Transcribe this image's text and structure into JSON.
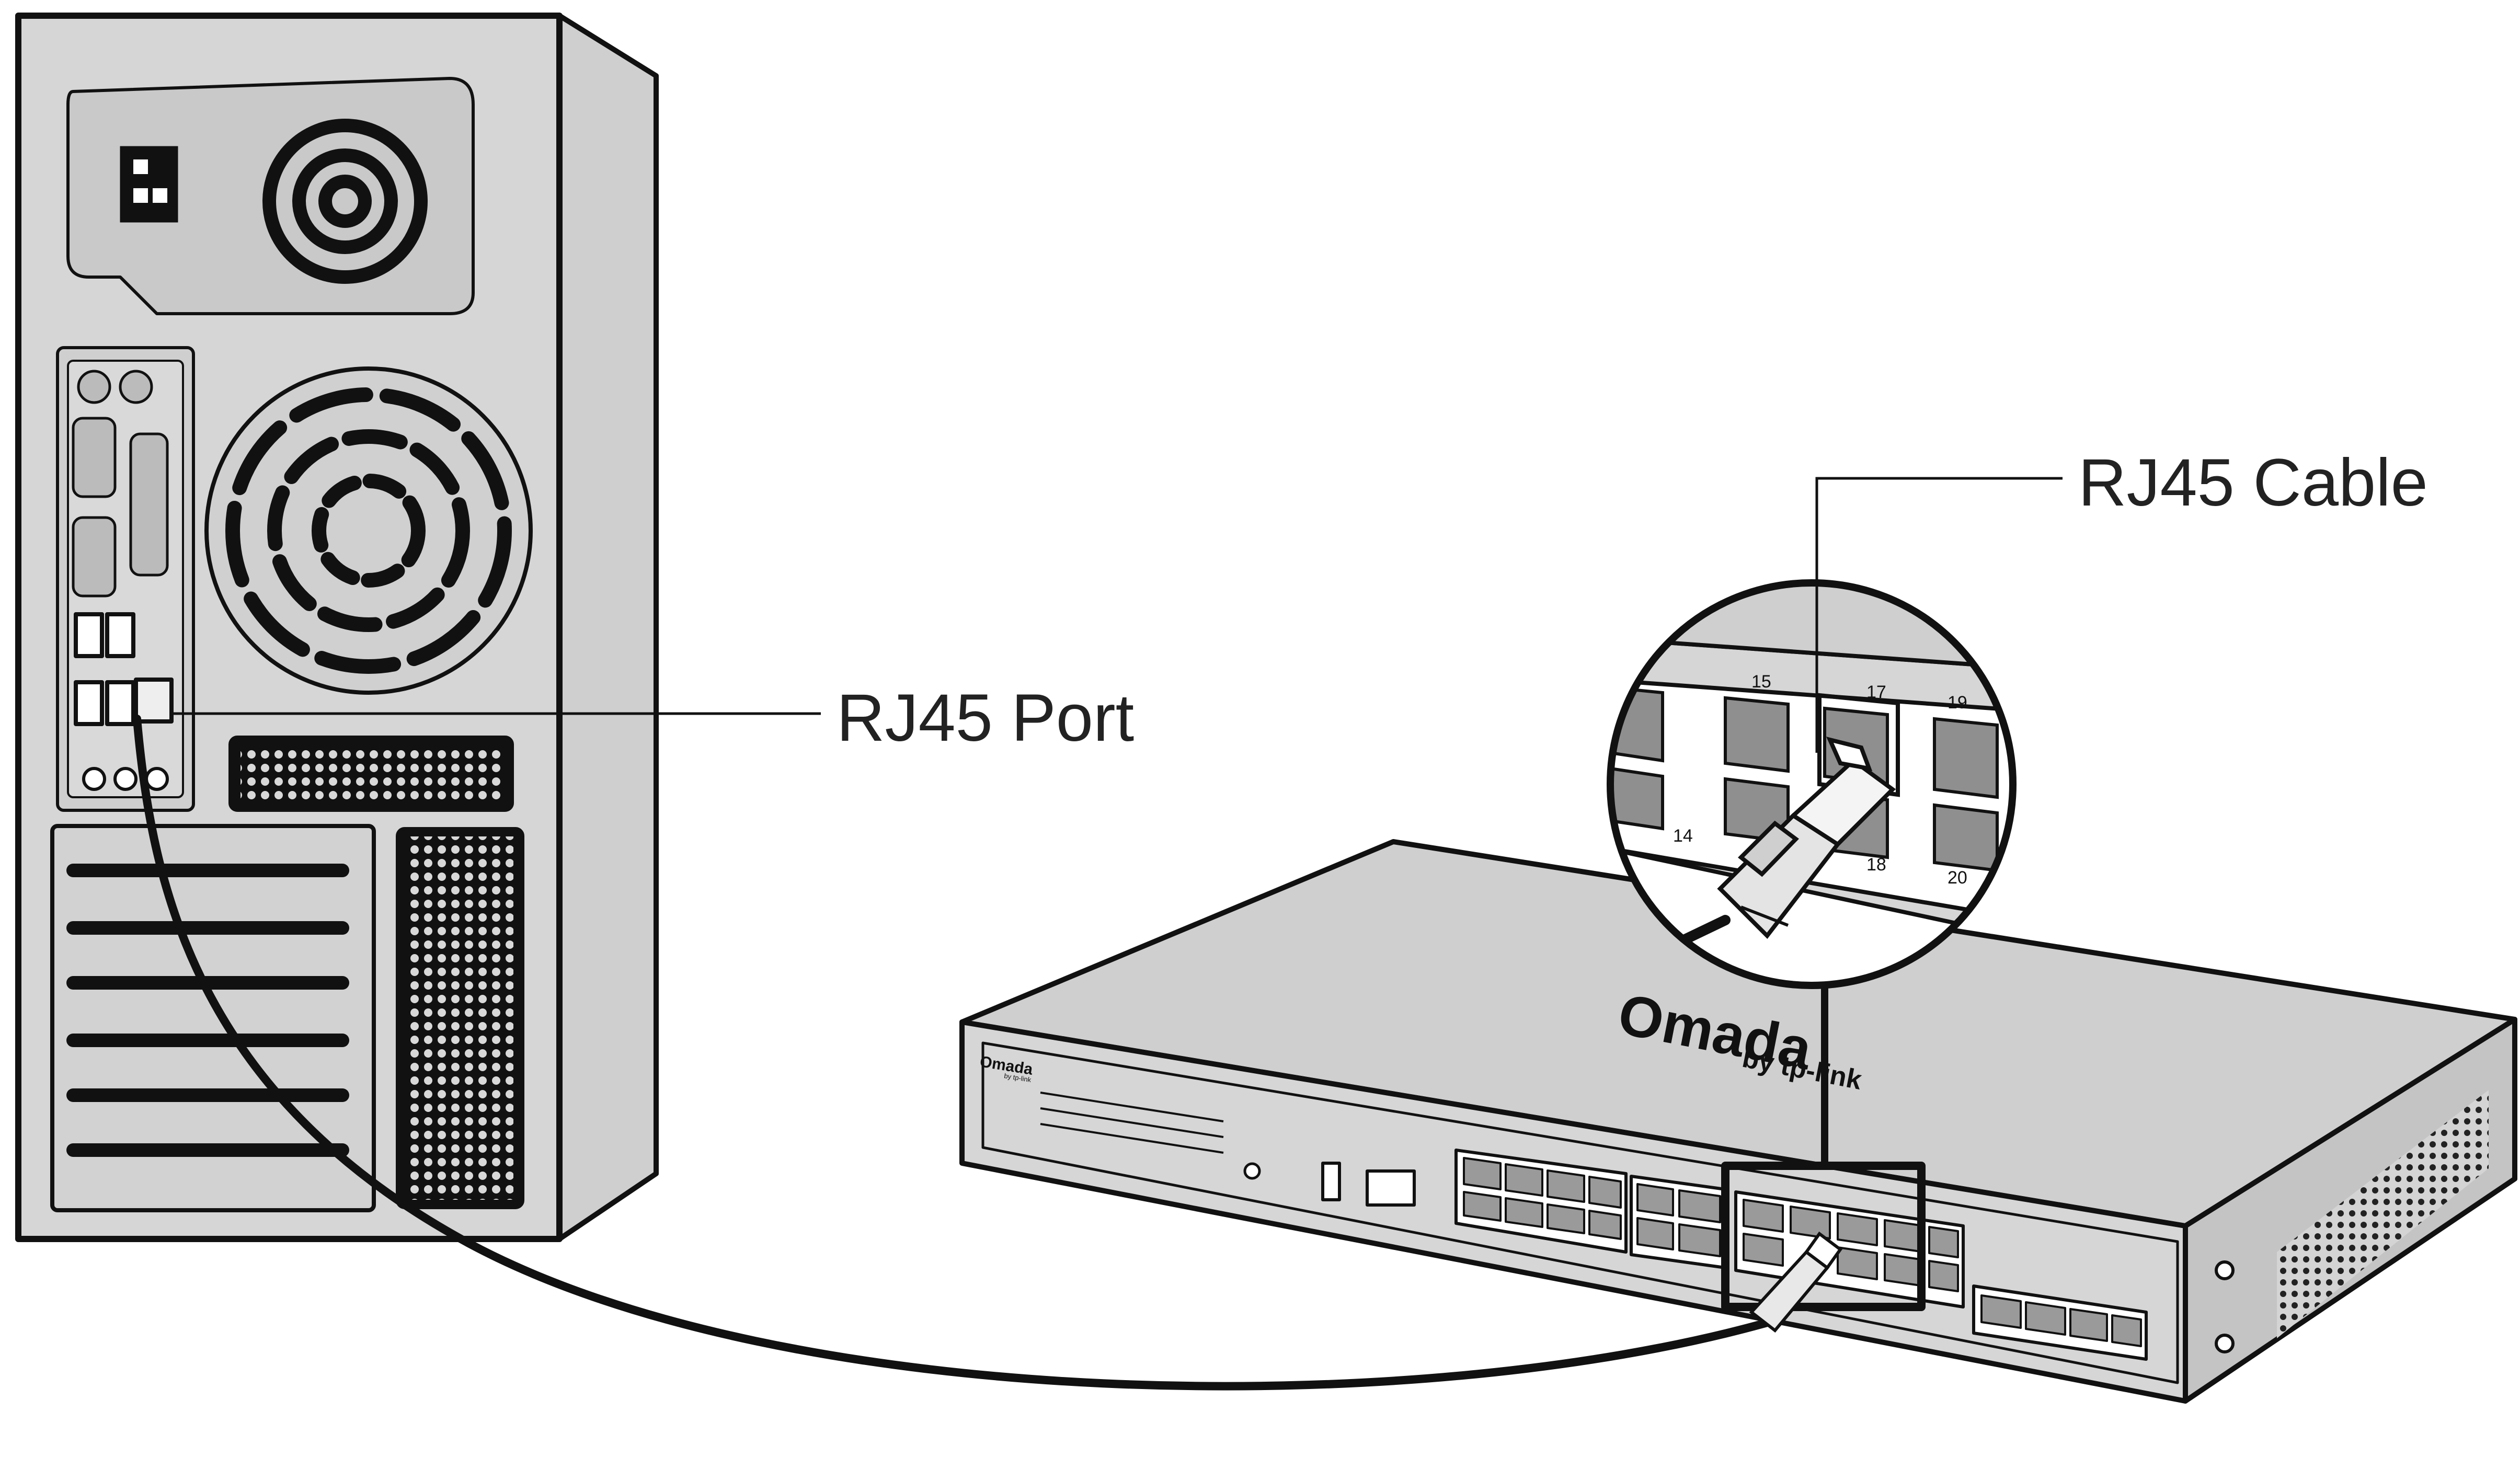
{
  "callouts": {
    "port_label": "RJ45 Port",
    "cable_label": "RJ45 Cable"
  },
  "switch": {
    "brand": "Omada",
    "brand_sub": "by tp-link",
    "panel_brand": "Omada",
    "panel_brand_sub": "by tp-link",
    "zoom_port_numbers_top": [
      "15",
      "17",
      "19"
    ],
    "zoom_port_numbers_bottom": [
      "14",
      "18",
      "20"
    ]
  },
  "colors": {
    "line": "#111111",
    "device_fill": "#d4d4d4",
    "device_dark": "#9a9a9a",
    "cable": "#111111",
    "background": "#ffffff"
  },
  "icons": [
    "computer-tower",
    "network-switch",
    "rj45-connector",
    "fan-grille",
    "magnifier-circle"
  ]
}
